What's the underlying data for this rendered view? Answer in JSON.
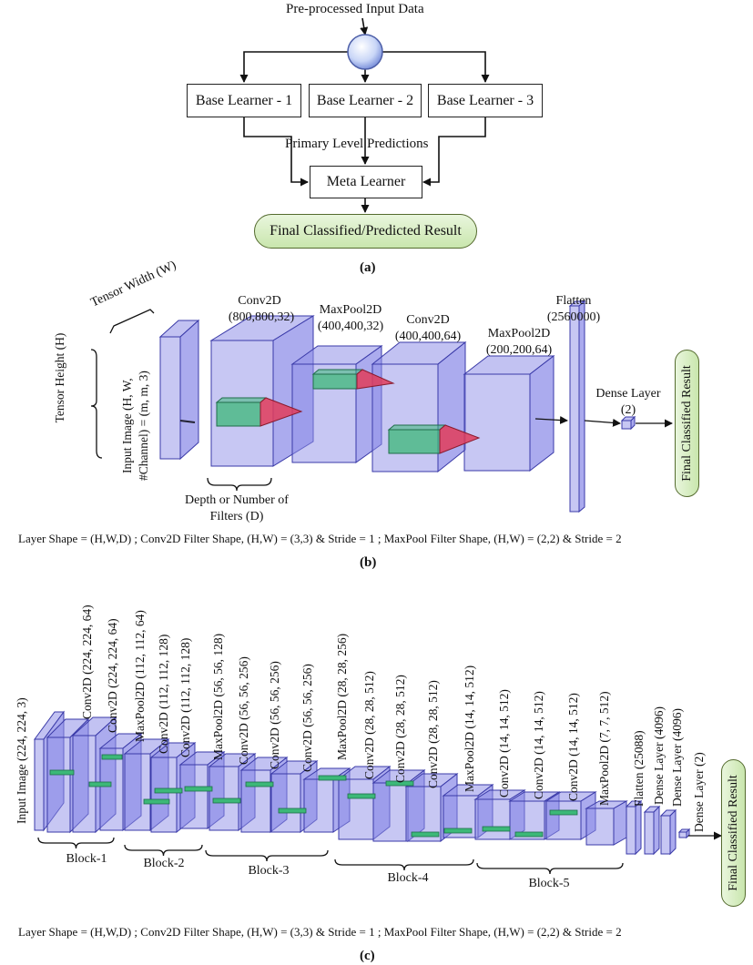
{
  "panel_a": {
    "input_label": "Pre-processed Input Data",
    "base_learners": [
      "Base Learner - 1",
      "Base Learner - 2",
      "Base Learner - 3"
    ],
    "primary_label": "Primary Level Predictions",
    "meta_label": "Meta Learner",
    "result_label": "Final Classified/Predicted Result",
    "caption": "(a)"
  },
  "panel_b": {
    "tensor_width": "Tensor Width (W)",
    "tensor_height": "Tensor Height (H)",
    "input_image_line1": "Input Image  (H, W,",
    "input_image_line2": "#Channel) = (m, m, 3)",
    "conv1_name": "Conv2D",
    "conv1_shape": "(800,800,32)",
    "pool1_name": "MaxPool2D",
    "pool1_shape": "(400,400,32)",
    "conv2_name": "Conv2D",
    "conv2_shape": "(400,400,64)",
    "pool2_name": "MaxPool2D",
    "pool2_shape": "(200,200,64)",
    "flatten_name": "Flatten",
    "flatten_shape": "(2560000)",
    "dense_name": "Dense Layer",
    "dense_shape": "(2)",
    "depth_line1": "Depth or Number of",
    "depth_line2": "Filters (D)",
    "result_label": "Final Classified Result",
    "note": "Layer Shape = (H,W,D)  ;  Conv2D Filter Shape, (H,W) = (3,3) & Stride = 1  ;  MaxPool Filter Shape, (H,W) = (2,2) & Stride = 2",
    "caption": "(b)"
  },
  "panel_c": {
    "layers": [
      "Input Image (224, 224, 3)",
      "Conv2D (224, 224, 64)",
      "Conv2D (224, 224, 64)",
      "MaxPool2D (112, 112, 64)",
      "Conv2D (112, 112, 128)",
      "Conv2D (112, 112, 128)",
      "MaxPool2D (56, 56, 128)",
      "Conv2D (56, 56, 256)",
      "Conv2D (56, 56, 256)",
      "Conv2D (56, 56, 256)",
      "MaxPool2D (28, 28, 256)",
      "Conv2D (28, 28, 512)",
      "Conv2D (28, 28, 512)",
      "Conv2D (28, 28, 512)",
      "MaxPool2D (14, 14, 512)",
      "Conv2D (14, 14, 512)",
      "Conv2D (14, 14, 512)",
      "Conv2D (14, 14, 512)",
      "MaxPool2D (7, 7, 512)",
      "Flatten (25088)",
      "Dense Layer (4096)",
      "Dense Layer (4096)",
      "Dense Layer (2)"
    ],
    "blocks": [
      "Block-1",
      "Block-2",
      "Block-3",
      "Block-4",
      "Block-5"
    ],
    "result_label": "Final Classified Result",
    "note": "Layer Shape = (H,W,D)  ;  Conv2D Filter Shape, (H,W) = (3,3) & Stride = 1  ;  MaxPool Filter Shape, (H,W) = (2,2) & Stride = 2",
    "caption": "(c)"
  },
  "colors": {
    "layer_fill": "#8f8fe8",
    "layer_stroke": "#3a3aa8",
    "filter_green": "#3cb878",
    "filter_red": "#e03c5a",
    "pill_green": "#d6ecc2"
  }
}
